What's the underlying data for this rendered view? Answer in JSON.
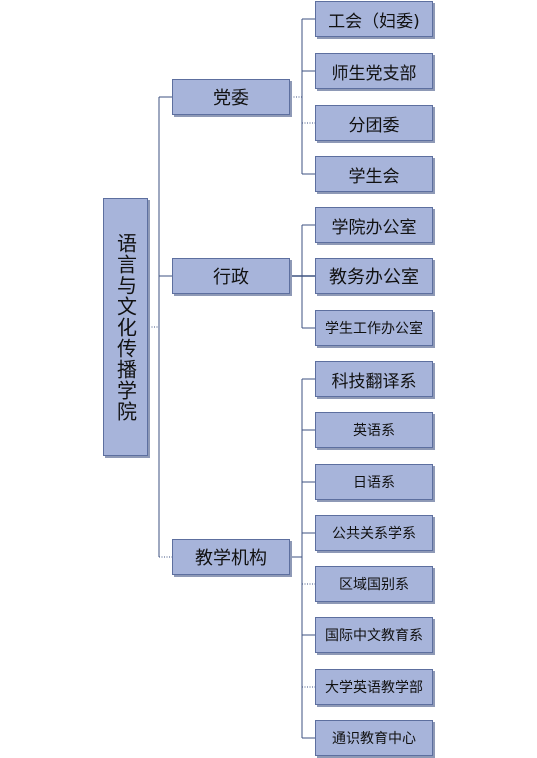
{
  "diagram": {
    "root": "语言与文化传播学院",
    "branches": [
      {
        "label": "党委",
        "children": [
          "工会（妇委)",
          "师生党支部",
          "分团委",
          "学生会"
        ]
      },
      {
        "label": "行政",
        "children": [
          "学院办公室",
          "教务办公室",
          "学生工作办公室"
        ]
      },
      {
        "label": "教学机构",
        "children": [
          "科技翻译系",
          "英语系",
          "日语系",
          "公共关系学系",
          "区域国别系",
          "国际中文教育系",
          "大学英语教学部",
          "通识教育中心"
        ]
      }
    ]
  },
  "colors": {
    "box_fill": "#a7b4da",
    "box_border": "#5d6f9f",
    "connector": "#3e5281"
  }
}
